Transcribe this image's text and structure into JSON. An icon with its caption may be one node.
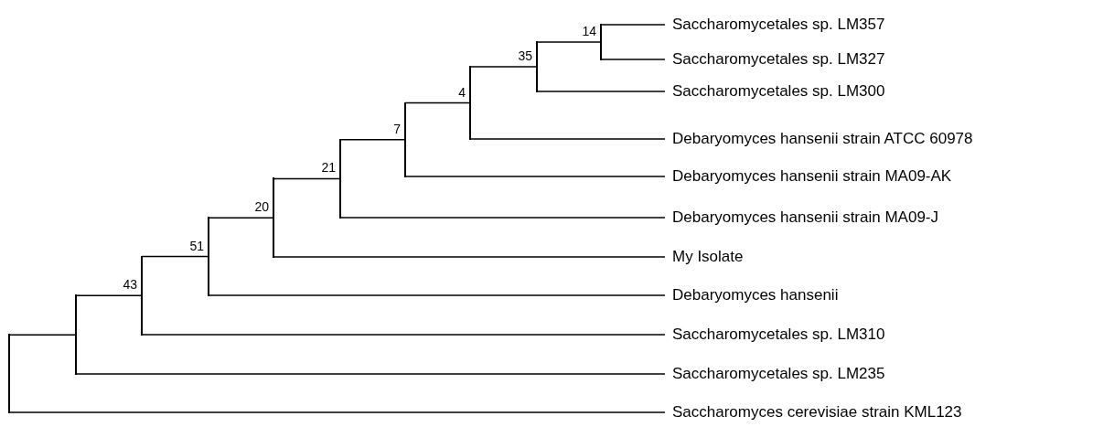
{
  "diagram": {
    "nodes": [
      {
        "text": [
          "Saccharomycetales sp. LM357"
        ]
      },
      {
        "text": [
          "Saccharomycetales sp. LM327"
        ]
      },
      {
        "text": [
          "Saccharomycetales sp. LM300"
        ]
      },
      {
        "text": [
          "Debaryomyces hansenii strain ATCC 60978"
        ]
      },
      {
        "text": [
          "Debaryomyces hansenii strain MA09-AK"
        ]
      },
      {
        "text": [
          "Debaryomyces hansenii strain MA09-J"
        ]
      },
      {
        "text": [
          "My Isolate"
        ]
      },
      {
        "text": [
          "Debaryomyces hansenii"
        ]
      },
      {
        "text": [
          "Saccharomycetales sp. LM310"
        ]
      },
      {
        "text": [
          "Saccharomycetales sp. LM235"
        ]
      },
      {
        "text": [
          "Saccharomyces cerevisiae strain KML123"
        ]
      },
      {
        "text": [
          "14"
        ]
      },
      {
        "text": [
          "35"
        ]
      },
      {
        "text": [
          "4"
        ]
      },
      {
        "text": [
          "7"
        ]
      },
      {
        "text": [
          "21"
        ]
      },
      {
        "text": [
          "20"
        ]
      },
      {
        "text": [
          "51"
        ]
      },
      {
        "text": [
          "43"
        ]
      },
      {
        "text": [],
        "shape": "point"
      },
      {
        "text": [],
        "shape": "point"
      }
    ],
    "edges": [
      {
        "from": 11,
        "to": 0,
        "arrow": "none"
      },
      {
        "from": 11,
        "to": 1,
        "arrow": "none"
      },
      {
        "from": 12,
        "to": 11,
        "arrow": "none"
      },
      {
        "from": 12,
        "to": 2,
        "arrow": "none"
      },
      {
        "from": 13,
        "to": 12,
        "arrow": "none"
      },
      {
        "from": 13,
        "to": 3,
        "arrow": "none"
      },
      {
        "from": 14,
        "to": 13,
        "arrow": "none"
      },
      {
        "from": 14,
        "to": 4,
        "arrow": "none"
      },
      {
        "from": 15,
        "to": 14,
        "arrow": "none"
      },
      {
        "from": 15,
        "to": 5,
        "arrow": "none"
      },
      {
        "from": 16,
        "to": 15,
        "arrow": "none"
      },
      {
        "from": 16,
        "to": 6,
        "arrow": "none"
      },
      {
        "from": 17,
        "to": 16,
        "arrow": "none"
      },
      {
        "from": 17,
        "to": 7,
        "arrow": "none"
      },
      {
        "from": 18,
        "to": 17,
        "arrow": "none"
      },
      {
        "from": 18,
        "to": 8,
        "arrow": "none"
      },
      {
        "from": 20,
        "to": 18,
        "arrow": "none"
      },
      {
        "from": 20,
        "to": 9,
        "arrow": "none"
      },
      {
        "from": 19,
        "to": 20,
        "arrow": "none"
      },
      {
        "from": 19,
        "to": 10,
        "arrow": "none"
      }
    ]
  }
}
